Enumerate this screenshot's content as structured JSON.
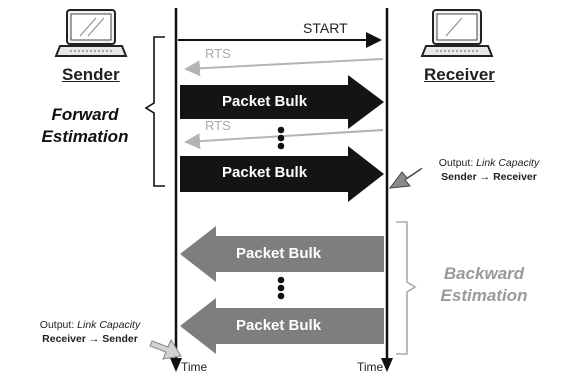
{
  "sender": {
    "label": "Sender"
  },
  "receiver": {
    "label": "Receiver"
  },
  "start": {
    "label": "START"
  },
  "rts": {
    "label": "RTS"
  },
  "bulk": {
    "label": "Packet Bulk"
  },
  "time": {
    "label": "Time"
  },
  "forward": {
    "line1": "Forward",
    "line2": "Estimation"
  },
  "backward": {
    "line1": "Backward",
    "line2": "Estimation"
  },
  "output_forward": {
    "prefix": "Output:",
    "metric": "Link Capacity",
    "direction": "Sender → Receiver"
  },
  "output_backward": {
    "prefix": "Output:",
    "metric": "Link Capacity",
    "direction": "Receiver → Sender"
  },
  "colors": {
    "forward_bulk": "#141414",
    "backward_bulk": "#7e7e7e",
    "rts_arrow": "#b4b4b4",
    "backward_text": "#9a9a9a"
  }
}
